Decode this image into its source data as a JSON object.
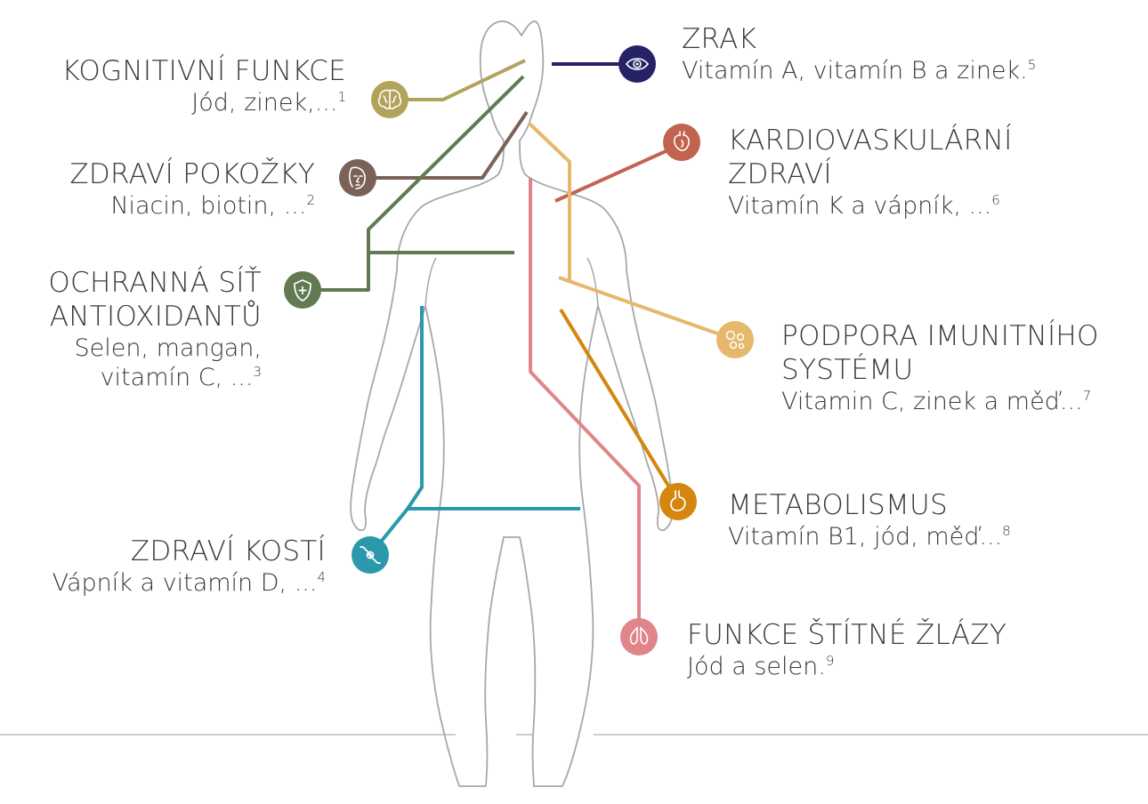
{
  "colors": {
    "cognitive": "#b2a35a",
    "skin": "#7a6256",
    "antioxidant": "#617a52",
    "bone": "#2b98ab",
    "vision": "#262266",
    "cardio": "#c2634f",
    "immune": "#e6b86c",
    "metabolism": "#d4860f",
    "thyroid": "#e0868a",
    "body_outline": "#a8a8a8",
    "divider": "#bdbdbd",
    "text": "#3a3a3a"
  },
  "callouts": [
    {
      "id": "cognitive",
      "title": [
        "KOGNITIVNÍ FUNKCE"
      ],
      "subtitle": [
        "Jód, zinek,..."
      ],
      "ref": "1",
      "icon": "brain-icon"
    },
    {
      "id": "skin",
      "title": [
        "ZDRAVÍ POKOŽKY"
      ],
      "subtitle": [
        "Niacin, biotin, ..."
      ],
      "ref": "2",
      "icon": "face-icon"
    },
    {
      "id": "antioxidant",
      "title": [
        "OCHRANNÁ SÍŤ",
        "ANTIOXIDANTŮ"
      ],
      "subtitle": [
        "Selen, mangan,",
        "vitamín C, ..."
      ],
      "ref": "3",
      "icon": "shield-plus-icon"
    },
    {
      "id": "bone",
      "title": [
        "ZDRAVÍ KOSTÍ"
      ],
      "subtitle": [
        "Vápník a vitamín D, ..."
      ],
      "ref": "4",
      "icon": "bone-joint-icon"
    },
    {
      "id": "vision",
      "title": [
        "ZRAK"
      ],
      "subtitle": [
        "Vitamín A, vitamín B a zinek."
      ],
      "ref": "5",
      "icon": "eye-icon"
    },
    {
      "id": "cardio",
      "title": [
        "KARDIOVASKULÁRNÍ",
        "ZDRAVÍ"
      ],
      "subtitle": [
        "Vitamín K a vápník, ..."
      ],
      "ref": "6",
      "icon": "heart-icon"
    },
    {
      "id": "immune",
      "title": [
        "PODPORA IMUNITNÍHO",
        "SYSTÉMU"
      ],
      "subtitle": [
        "Vitamin C, zinek a měď..."
      ],
      "ref": "7",
      "icon": "cells-icon"
    },
    {
      "id": "metabolism",
      "title": [
        "METABOLISMUS"
      ],
      "subtitle": [
        "Vitamín B1, jód, měď..."
      ],
      "ref": "8",
      "icon": "stomach-icon"
    },
    {
      "id": "thyroid",
      "title": [
        "FUNKCE ŠTÍTNÉ ŽLÁZY"
      ],
      "subtitle": [
        "Jód a selen."
      ],
      "ref": "9",
      "icon": "thyroid-icon"
    }
  ]
}
